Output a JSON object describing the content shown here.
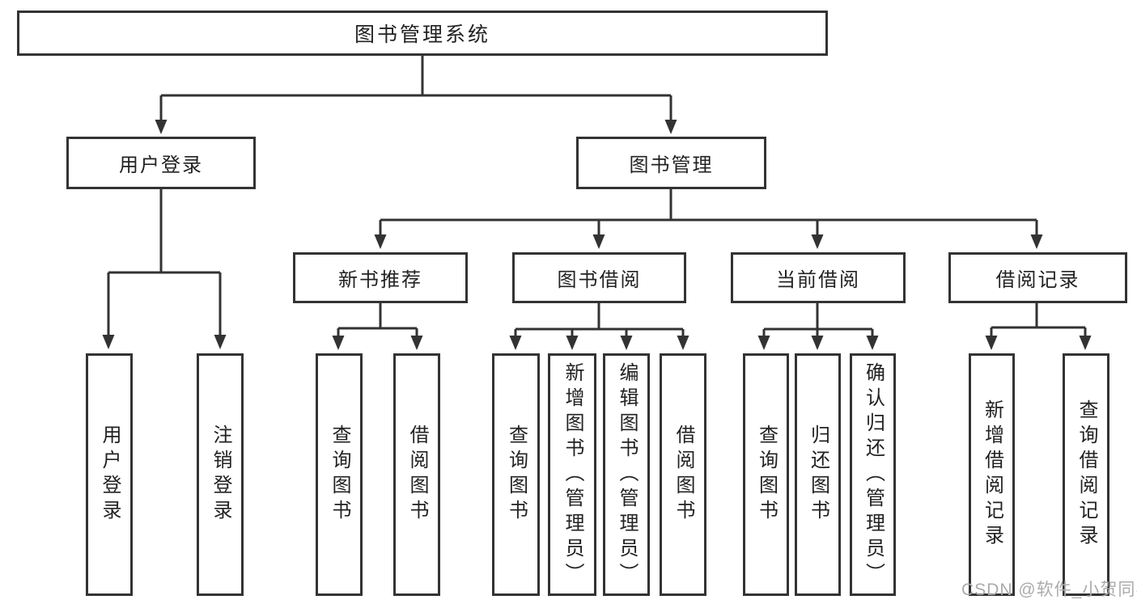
{
  "colors": {
    "line": "#333333",
    "box_border": "#333333",
    "text": "#222222",
    "watermark": "#ababab",
    "background": "#ffffff"
  },
  "nodes": {
    "root": "图书管理系统",
    "user_login": "用户登录",
    "book_mgmt": "图书管理",
    "new_books": "新书推荐",
    "borrowing": "图书借阅",
    "current": "当前借阅",
    "records": "借阅记录"
  },
  "leaves": {
    "user_login": [
      "用户登录",
      "注销登录"
    ],
    "new_books": [
      "查询图书",
      "借阅图书"
    ],
    "borrowing": [
      "查询图书",
      "新增图书（管理员）",
      "编辑图书（管理员）",
      "借阅图书"
    ],
    "current": [
      "查询图书",
      "归还图书",
      "确认归还（管理员）"
    ],
    "records": [
      "新增借阅记录",
      "查询借阅记录"
    ]
  },
  "watermark": "CSDN @软件_小贺同学"
}
